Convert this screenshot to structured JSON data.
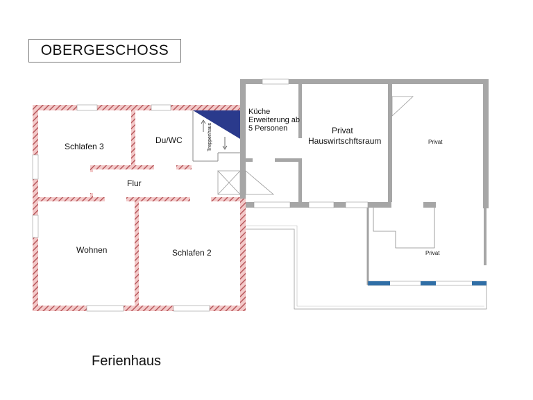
{
  "title": "OBERGESCHOSS",
  "footer": "Ferienhaus",
  "rooms": {
    "schlafen3": "Schlafen 3",
    "duwc": "Du/WC",
    "flur": "Flur",
    "wohnen": "Wohnen",
    "schlafen2": "Schlafen 2",
    "kueche_1": "Küche",
    "kueche_2": "Erweiterung ab",
    "kueche_3": "5 Personen",
    "privat_hwr_1": "Privat",
    "privat_hwr_2": "Hauswirtschftsraum",
    "privat_right": "Privat",
    "privat_bottom": "Privat",
    "treppenhaus": "Treppenhaus"
  },
  "colors": {
    "wall_hatch": "#b85a5e",
    "wall_hatch_bg": "#f3c9c9",
    "wall_gray": "#a6a6a6",
    "stair_fill": "#2a3a8c",
    "window_blue": "#2f6ea6"
  }
}
